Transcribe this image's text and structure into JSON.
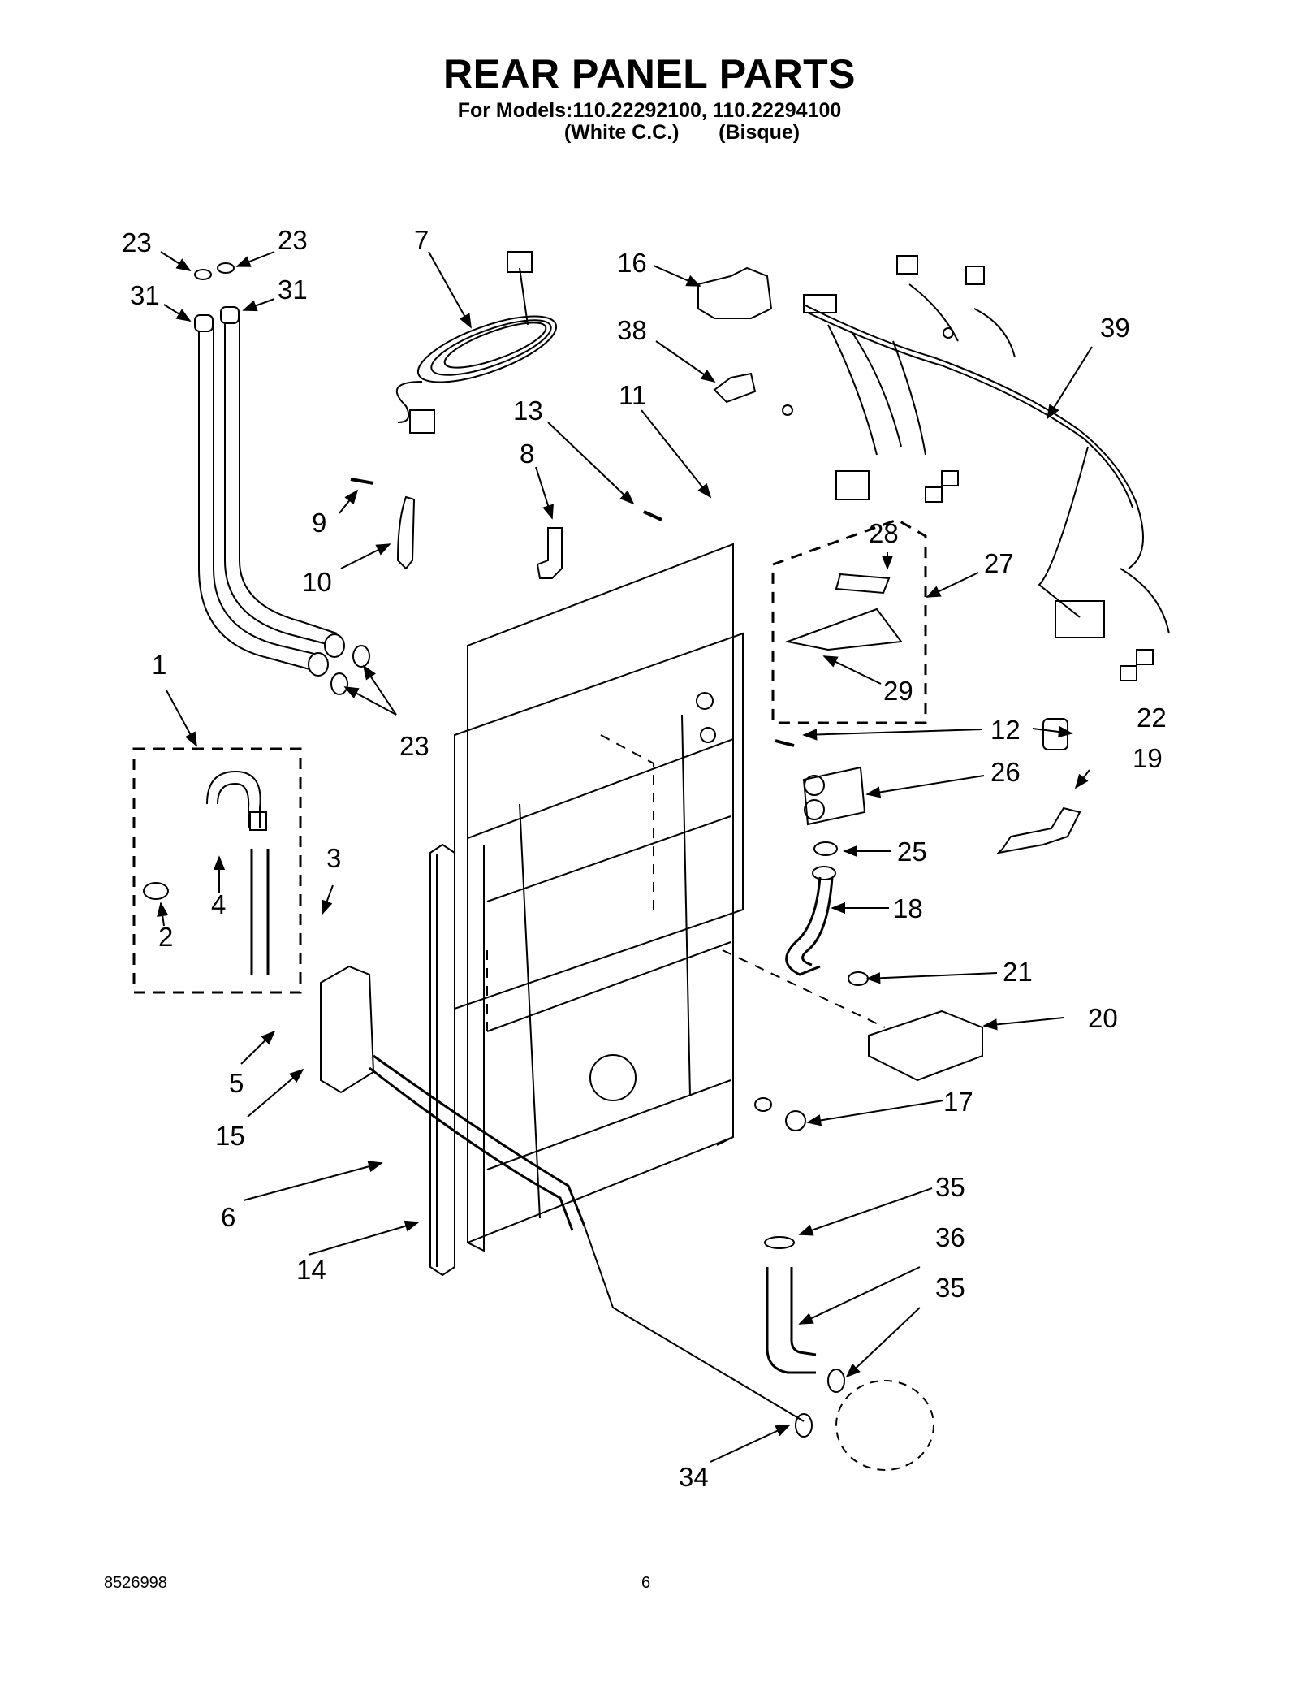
{
  "header": {
    "title": "REAR PANEL PARTS",
    "models_line": "For Models:110.22292100, 110.22294100",
    "colors_line": "(White C.C.)       (Bisque)"
  },
  "callouts": [
    {
      "id": "c23a",
      "text": "23"
    },
    {
      "id": "c23b",
      "text": "23"
    },
    {
      "id": "c31a",
      "text": "31"
    },
    {
      "id": "c31b",
      "text": "31"
    },
    {
      "id": "c7",
      "text": "7"
    },
    {
      "id": "c16",
      "text": "16"
    },
    {
      "id": "c38",
      "text": "38"
    },
    {
      "id": "c39",
      "text": "39"
    },
    {
      "id": "c13",
      "text": "13"
    },
    {
      "id": "c11",
      "text": "11"
    },
    {
      "id": "c8",
      "text": "8"
    },
    {
      "id": "c9",
      "text": "9"
    },
    {
      "id": "c10",
      "text": "10"
    },
    {
      "id": "c28",
      "text": "28"
    },
    {
      "id": "c27",
      "text": "27"
    },
    {
      "id": "c29",
      "text": "29"
    },
    {
      "id": "c1",
      "text": "1"
    },
    {
      "id": "c23c",
      "text": "23"
    },
    {
      "id": "c12",
      "text": "12"
    },
    {
      "id": "c22",
      "text": "22"
    },
    {
      "id": "c19",
      "text": "19"
    },
    {
      "id": "c26",
      "text": "26"
    },
    {
      "id": "c25",
      "text": "25"
    },
    {
      "id": "c18",
      "text": "18"
    },
    {
      "id": "c3",
      "text": "3"
    },
    {
      "id": "c4",
      "text": "4"
    },
    {
      "id": "c2",
      "text": "2"
    },
    {
      "id": "c21",
      "text": "21"
    },
    {
      "id": "c20",
      "text": "20"
    },
    {
      "id": "c5",
      "text": "5"
    },
    {
      "id": "c17",
      "text": "17"
    },
    {
      "id": "c15",
      "text": "15"
    },
    {
      "id": "c35a",
      "text": "35"
    },
    {
      "id": "c6",
      "text": "6"
    },
    {
      "id": "c36",
      "text": "36"
    },
    {
      "id": "c14",
      "text": "14"
    },
    {
      "id": "c35b",
      "text": "35"
    },
    {
      "id": "c34",
      "text": "34"
    }
  ],
  "footer": {
    "doc_number": "8526998",
    "page_number": "6"
  }
}
